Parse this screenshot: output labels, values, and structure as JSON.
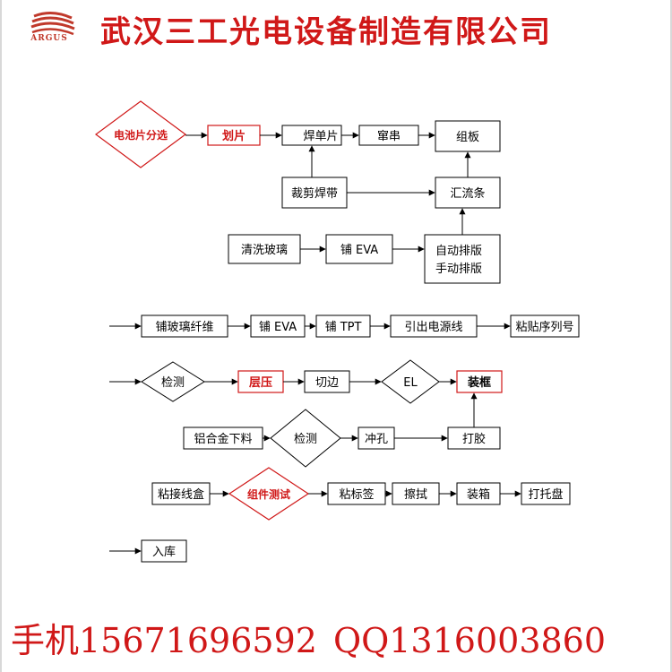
{
  "header": {
    "logo_text": "ARGUS",
    "company_name": "武汉三工光电设备制造有限公司",
    "brand_color": "#d01818"
  },
  "nodes": {
    "cell_sorting": "电池片分选",
    "cutting": "划片",
    "single_welding": "焊单片",
    "string_welding": "窜串",
    "panel_assembly": "组板",
    "cut_ribbon": "裁剪焊带",
    "bus_bar": "汇流条",
    "clean_glass": "清洗玻璃",
    "lay_eva_1": "铺 EVA",
    "auto_layout": "自动排版",
    "manual_layout": "手动排版",
    "lay_fiberglass": "铺玻璃纤维",
    "lay_eva_2": "铺 EVA",
    "lay_tpt": "铺 TPT",
    "lead_wires": "引出电源线",
    "serial_label": "粘贴序列号",
    "inspect_1": "检测",
    "laminate": "层压",
    "trim_edge": "切边",
    "el_test": "EL",
    "frame_install": "装框",
    "aluminum_cut": "铝合金下料",
    "inspect_2": "检测",
    "punch": "冲孔",
    "glue": "打胶",
    "junction_box": "粘接线盒",
    "module_test": "组件测试",
    "stick_label": "粘标签",
    "wipe": "擦拭",
    "packing": "装箱",
    "palletize": "打托盘",
    "warehouse": "入库"
  },
  "footer": {
    "phone": "手机15671696592",
    "qq": "QQ1316003860"
  }
}
